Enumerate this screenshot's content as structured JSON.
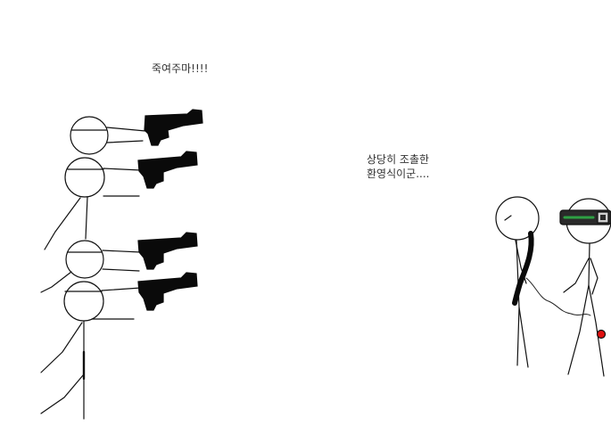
{
  "captions": {
    "left": "죽여주마!!!!",
    "right_line1": "상당히 조촐한",
    "right_line2": "환영식이군...."
  },
  "colors": {
    "ink": "#111111",
    "gun": "#0a0a0a",
    "scope_band": "#2ea043",
    "red_dot": "#e01010"
  }
}
